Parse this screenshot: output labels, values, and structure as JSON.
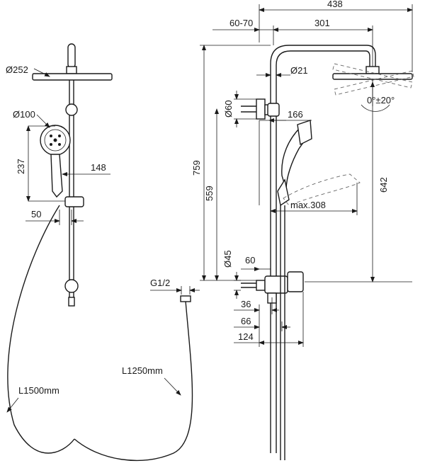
{
  "labels": {
    "d252": "Ø252",
    "d100": "Ø100",
    "h237": "237",
    "w148": "148",
    "w50": "50",
    "g12": "G1/2",
    "l1250": "L1250mm",
    "l1500": "L1500mm",
    "w438": "438",
    "w6070": "60-70",
    "w301": "301",
    "d21": "Ø21",
    "d60": "Ø60",
    "angle": "0°±20°",
    "w166": "166",
    "h759": "759",
    "h559": "559",
    "h642": "642",
    "max308": "max.308",
    "d45": "Ø45",
    "w60": "60",
    "w36": "36",
    "w66": "66",
    "w124": "124"
  }
}
